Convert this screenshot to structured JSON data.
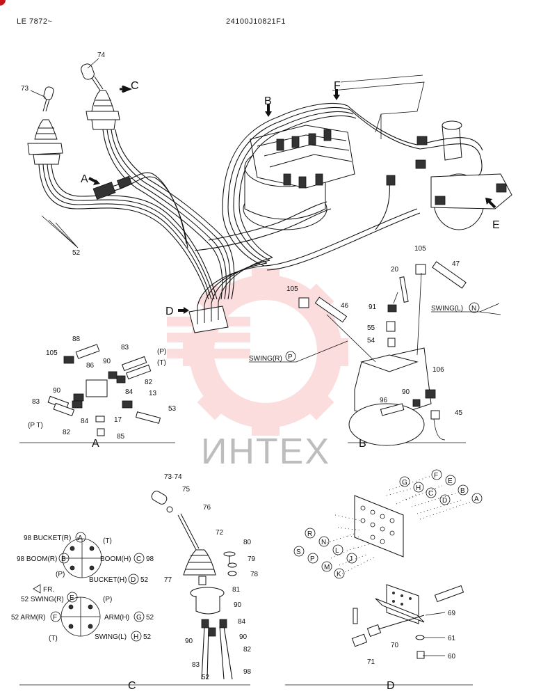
{
  "header": {
    "left": "LE 7872~",
    "center": "24100J10821F1"
  },
  "watermark": {
    "text": "ИНТЕХ",
    "color": "#e8323a"
  },
  "views": {
    "A": "A",
    "B": "B",
    "C": "C",
    "D": "D",
    "E": "E",
    "F": "F"
  },
  "main_labels": {
    "n73": "73",
    "n74": "74",
    "n52": "52"
  },
  "detail_a": {
    "n105": "105",
    "n88": "88",
    "n86": "86",
    "n90a": "90",
    "n83a": "83",
    "p1": "(P)",
    "t1": "(T)",
    "n82a": "82",
    "n84a": "84",
    "n90b": "90",
    "n13": "13",
    "n83b": "83",
    "n84b": "84",
    "n17": "17",
    "n53": "53",
    "pt2": "(P   T)",
    "n82b": "82",
    "n85": "85"
  },
  "detail_b": {
    "n105a": "105",
    "n20": "20",
    "n47": "47",
    "n105b": "105",
    "n46": "46",
    "n91": "91",
    "swing_l": "SWING(L)",
    "n55": "55",
    "n54": "54",
    "swing_r": "SWING(R)",
    "n106": "106",
    "n96": "96",
    "n90": "90",
    "n45": "45"
  },
  "detail_c": {
    "bucket_r": "98 BUCKET(R)",
    "boom_r": "98 BOOM(R)",
    "t1": "(T)",
    "boom_h": "BOOM(H)",
    "boom_h_num": "98",
    "p1": "(P)",
    "bucket_h": "BUCKET(H)",
    "bucket_h_num": "52",
    "fr": "FR.",
    "swing_r": "52 SWING(R)",
    "p2": "(P)",
    "arm_r": "52 ARM(R)",
    "arm_h": "ARM(H)",
    "arm_h_num": "52",
    "t2": "(T)",
    "swing_l": "SWING(L)",
    "swing_l_num": "52",
    "c_A": "A",
    "c_B": "B",
    "c_C": "C",
    "c_D": "D",
    "c_E": "E",
    "c_F": "F",
    "c_G": "G",
    "c_H": "H",
    "n7374": "73·74",
    "n75": "75",
    "n76": "76",
    "n72": "72",
    "n80": "80",
    "n79": "79",
    "n77": "77",
    "n78": "78",
    "n81": "81",
    "n90a": "90",
    "n84": "84",
    "n90b": "90",
    "n90c": "90",
    "n82": "82",
    "n83": "83",
    "n52": "52",
    "n98": "98"
  },
  "detail_d": {
    "G": "G",
    "H": "H",
    "F": "F",
    "E": "E",
    "C": "C",
    "B": "B",
    "D": "D",
    "A": "A",
    "R": "R",
    "N": "N",
    "L": "L",
    "J": "J",
    "S": "S",
    "P": "P",
    "M": "M",
    "K": "K",
    "n69": "69",
    "n70": "70",
    "n61": "61",
    "n71": "71",
    "n60": "60"
  }
}
